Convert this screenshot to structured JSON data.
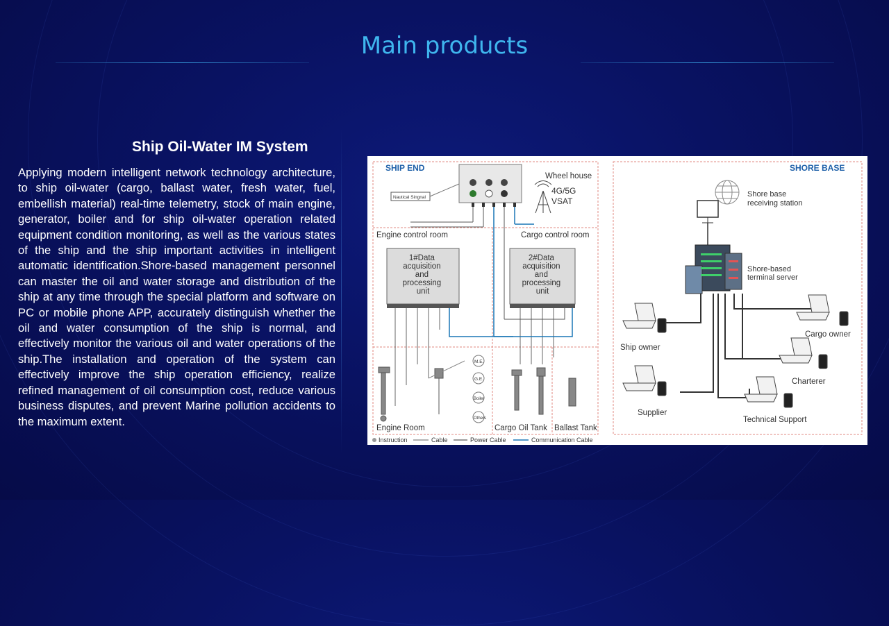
{
  "page": {
    "title": "Main products",
    "subtitle": "Ship Oil-Water IM System",
    "body": " Applying modern intelligent network technology architecture, to ship oil-water (cargo, ballast water, fresh water, fuel, embellish material) real-time telemetry, stock of main engine, generator, boiler and for ship oil-water operation related equipment condition monitoring, as well as the various states of the ship and the ship important activities in intelligent automatic identification.Shore-based management personnel can master the oil and water storage and distribution of the ship at any time through the special platform and software on PC or mobile phone APP, accurately distinguish whether the oil and water consumption of the ship is normal, and effectively monitor the various oil and water operations of the ship.The installation and operation of the system can effectively improve the ship operation efficiency, realize refined management of oil consumption cost, reduce various business disputes, and prevent Marine pollution accidents to the maximum extent."
  },
  "diagram": {
    "ship_end": "SHIP END",
    "shore_base": "SHORE BASE",
    "wheel_house": "Wheel house",
    "net1": "4G/5G",
    "net2": "VSAT",
    "nautical_signal": "Nautical Singnal",
    "engine_control_room": "Engine control room",
    "cargo_control_room": "Cargo control room",
    "unit1": [
      "1#Data",
      "acquisition",
      "and",
      "processing",
      "unit"
    ],
    "unit2": [
      "2#Data",
      "acquisition",
      "and",
      "processing",
      "unit"
    ],
    "engine_room": "Engine Room",
    "cargo_oil_tank": "Cargo Oil Tank",
    "ballast_tank": "Ballast Tank",
    "me": "M.E.",
    "ge": "G.E.",
    "boiler": "Boiler",
    "others": "Others",
    "receiving_station": [
      "Shore base",
      "receiving station"
    ],
    "terminal_server": [
      "Shore-based",
      "terminal server"
    ],
    "ship_owner": "Ship owner",
    "cargo_owner": "Cargo owner",
    "charterer": "Charterer",
    "supplier": "Supplier",
    "technical_support": "Technical Support",
    "legend": {
      "instruction": "Instruction",
      "cable": "Cable",
      "power_cable": "Power Cable",
      "comm_cable": "Communication Cable"
    },
    "colors": {
      "accent_red": "#c0392b",
      "comm_blue": "#1a76b5",
      "heading_blue": "#1d5fa8"
    }
  }
}
